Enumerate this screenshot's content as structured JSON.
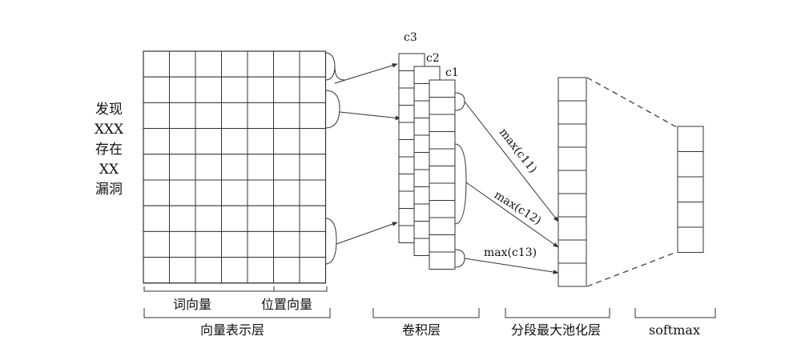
{
  "sentence": {
    "lines": [
      "发现",
      "XXX",
      "存在",
      "XX",
      "漏洞"
    ]
  },
  "embedding": {
    "word_vector_label": "词向量",
    "position_vector_label": "位置向量"
  },
  "conv": {
    "channels": [
      "c3",
      "c2",
      "c1"
    ]
  },
  "pool": {
    "labels": [
      "max(c11)",
      "max(c12)",
      "max(c13)"
    ]
  },
  "stages": {
    "embedding_layer": "向量表示层",
    "conv_layer": "卷积层",
    "pool_layer": "分段最大池化层",
    "softmax": "softmax"
  }
}
